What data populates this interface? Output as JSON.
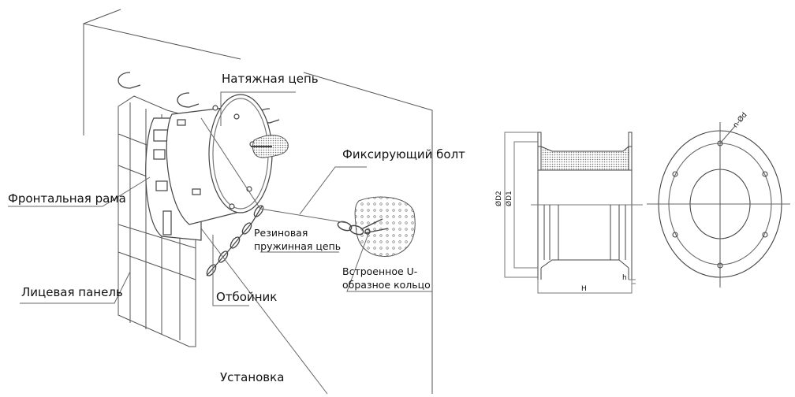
{
  "installation": {
    "labels": {
      "tension_chain": "Натяжная цепь",
      "fixing_bolt": "Фиксирующий болт",
      "front_frame": "Фронтальная рама",
      "rubber_chain_line1": "Резиновая",
      "rubber_chain_line2": "пружинная цепь",
      "u_ring_line1": "Встроенное U-",
      "u_ring_line2": "образное кольцо",
      "face_panel": "Лицевая панель",
      "fender": "Отбойник",
      "caption": "Установка"
    }
  },
  "drawing": {
    "dims": {
      "d2": "ØD2",
      "d1": "ØD1",
      "height": "H",
      "flange": "h",
      "holes": "n-Ød"
    }
  },
  "colors": {
    "line": "#333333",
    "hatch": "#9a9a9a"
  }
}
